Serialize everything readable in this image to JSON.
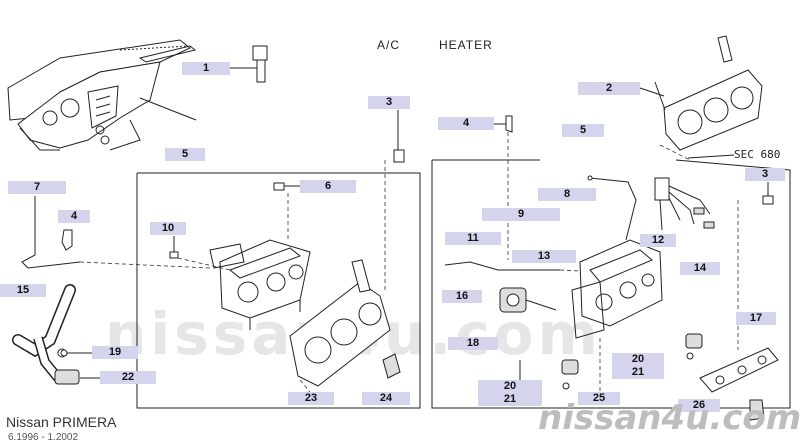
{
  "header": {
    "left": "A/C",
    "right": "HEATER"
  },
  "reference": "SEC 680",
  "brand": {
    "name": "Nissan PRIMERA",
    "period": "6.1996 - 1.2002"
  },
  "watermark": {
    "text": "nissan4u.com",
    "site": "nissan4u.com"
  },
  "callouts": [
    "1",
    "3",
    "5",
    "6",
    "7",
    "4",
    "10",
    "15",
    "19",
    "22",
    "23",
    "24",
    "2",
    "4",
    "3",
    "5",
    "8",
    "9",
    "11",
    "13",
    "12",
    "14",
    "16",
    "17",
    "18",
    "20",
    "21",
    "20",
    "21",
    "25",
    "26"
  ]
}
